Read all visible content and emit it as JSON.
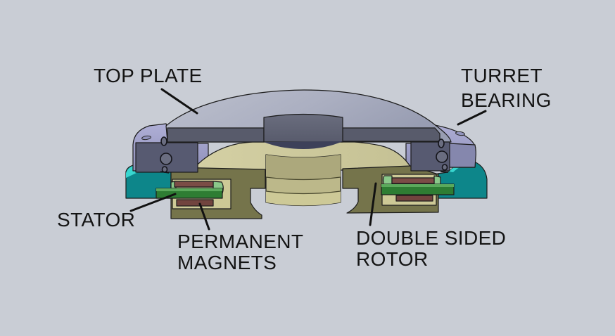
{
  "labels": [
    {
      "id": "top-plate",
      "lines": [
        "TOP PLATE"
      ]
    },
    {
      "id": "turret-bearing",
      "lines": [
        "TURRET",
        "BEARING"
      ]
    },
    {
      "id": "stator",
      "lines": [
        "STATOR"
      ]
    },
    {
      "id": "permanent-magnets",
      "lines": [
        "PERMANENT",
        "MAGNETS"
      ]
    },
    {
      "id": "double-sided-rotor",
      "lines": [
        "DOUBLE SIDED",
        "ROTOR"
      ]
    }
  ],
  "colors": {
    "background": "#C9CDD5",
    "top_plate": "#ACB0C2",
    "top_plate_section": "#585B6B",
    "turret_bearing": "#A5A5CE",
    "turret_bearing_section": "#575A71",
    "bottom_plate": "#0D868A",
    "bottom_plate_highlight": "#38D6CF",
    "rotor": "#CFCB9D",
    "rotor_section": "#75744B",
    "stator": "#2E7D33",
    "permanent_magnet": "#7B4C46",
    "magnet_holder": "#8AC88A",
    "outline": "#1c1c1c",
    "label_text": "#141414",
    "leader_line": "#111111"
  }
}
